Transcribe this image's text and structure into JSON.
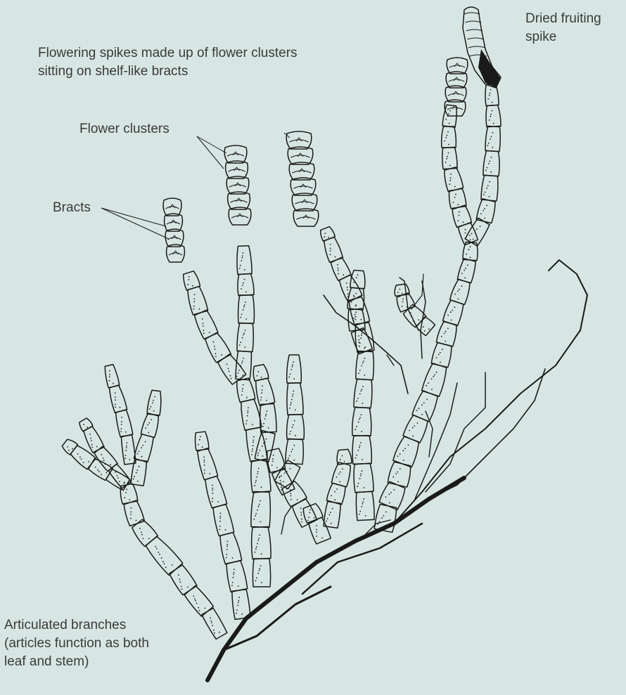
{
  "background": "#d7e6e3",
  "ink": "#1a1a1a",
  "text_color": "#3a3a3a",
  "labels": {
    "flowering": {
      "lines": [
        "Flowering spikes made up of flower clusters",
        "sitting on shelf-like bracts"
      ]
    },
    "dried": {
      "lines": [
        "Dried fruiting",
        "spike"
      ]
    },
    "clusters": {
      "lines": [
        "Flower clusters"
      ]
    },
    "bracts": {
      "lines": [
        "Bracts"
      ]
    },
    "articulated": {
      "lines": [
        "Articulated branches",
        "(articles function as both",
        "leaf and stem)"
      ]
    }
  }
}
